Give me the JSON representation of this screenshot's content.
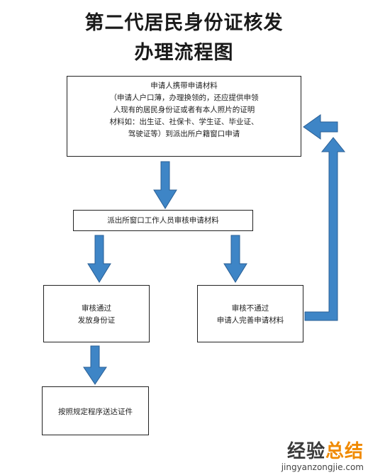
{
  "title": {
    "line1": "第二代居民身份证核发",
    "line2": "办理流程图"
  },
  "nodes": {
    "apply": {
      "lines": [
        "申请人携带申请材料",
        "（申请人户口薄，办理换领的，还应提供申领",
        "人现有的居民身份证或者有本人照片的证明",
        "材料如：出生证、社保卡、学生证、毕业证、",
        "驾驶证等）到派出所户籍窗口申请"
      ]
    },
    "review": {
      "label": "派出所窗口工作人员审核申请材料"
    },
    "pass": {
      "lines": [
        "审核通过",
        "发放身份证"
      ]
    },
    "fail": {
      "lines": [
        "审核不通过",
        "申请人完善申请材料"
      ]
    },
    "deliver": {
      "label": "按照规定程序送达证件"
    }
  },
  "arrow_color": "#3e85c6",
  "watermark": {
    "brand_part1": "经验",
    "brand_part2": "总结",
    "url": "jingyanzongjie.com"
  }
}
